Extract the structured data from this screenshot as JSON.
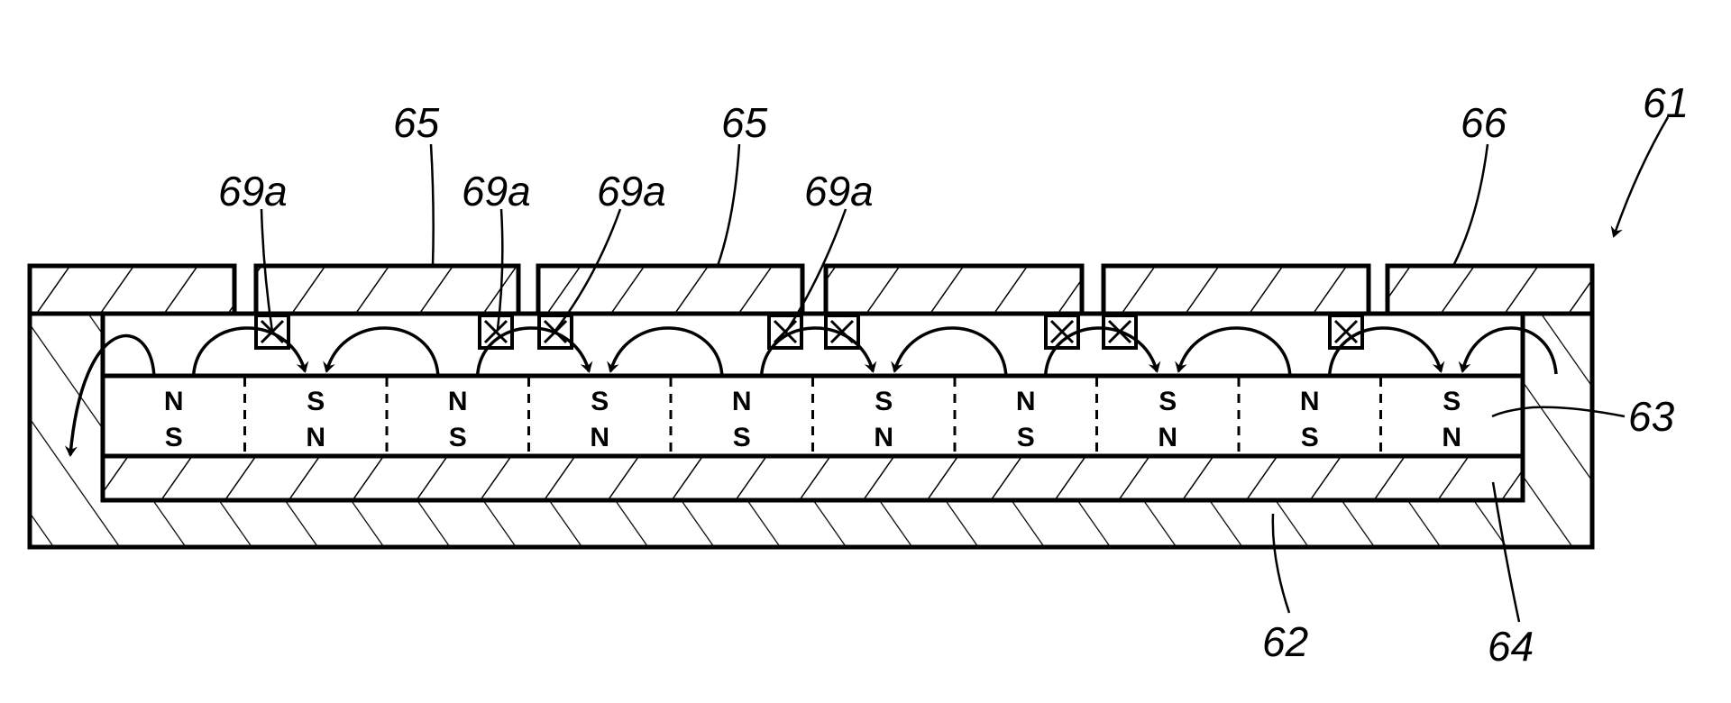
{
  "figure": {
    "reference_labels": {
      "assembly": "61",
      "yoke": "62",
      "magnet": "63",
      "backing": "64",
      "plate_a": "65",
      "plate_b": "65",
      "end_plate": "66",
      "coil_1": "69a",
      "coil_2": "69a",
      "coil_3": "69a",
      "coil_4": "69a"
    },
    "magnet_segments": [
      {
        "top": "N",
        "bottom": "S"
      },
      {
        "top": "S",
        "bottom": "N"
      },
      {
        "top": "N",
        "bottom": "S"
      },
      {
        "top": "S",
        "bottom": "N"
      },
      {
        "top": "N",
        "bottom": "S"
      },
      {
        "top": "S",
        "bottom": "N"
      },
      {
        "top": "N",
        "bottom": "S"
      },
      {
        "top": "S",
        "bottom": "N"
      },
      {
        "top": "N",
        "bottom": "S"
      },
      {
        "top": "S",
        "bottom": "N"
      }
    ],
    "line_color": "#000000"
  }
}
